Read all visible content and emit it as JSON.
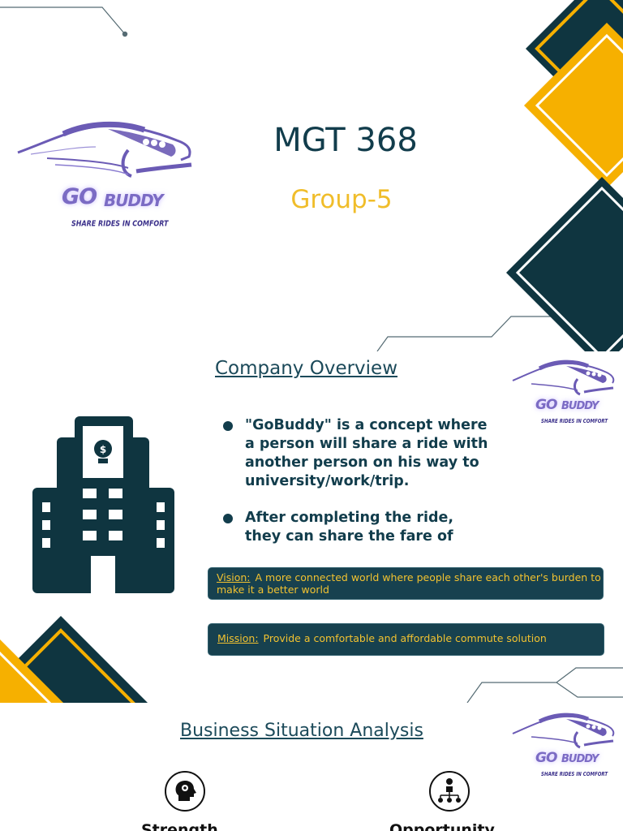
{
  "slide1": {
    "title": "MGT 368",
    "subtitle": "Group-5",
    "colors": {
      "dark": "#0f3540",
      "gold": "#f6b000",
      "title": "#123d4c",
      "subtitle": "#f0bd2a"
    }
  },
  "logo": {
    "brand_go": "GO",
    "brand_buddy": "BUDDY",
    "tagline": "SHARE RIDES IN COMFORT"
  },
  "slide2": {
    "heading": "Company Overview",
    "bullets": [
      "\"GoBuddy\" is a concept where a person will share a ride with another person on his way to university/work/trip.",
      "After completing the ride, they can share the fare of"
    ],
    "vision_label": "Vision:",
    "vision_text": "A more connected world where people share each other's burden to make it a better world",
    "mission_label": "Mission:",
    "mission_text": "Provide a comfortable and affordable commute solution",
    "building_icon": "office-building-icon"
  },
  "slide3": {
    "heading": "Business Situation Analysis",
    "items": [
      {
        "label": "Strength",
        "icon": "head-gears-icon"
      },
      {
        "label": "Opportunity",
        "icon": "hierarchy-icon"
      }
    ]
  }
}
